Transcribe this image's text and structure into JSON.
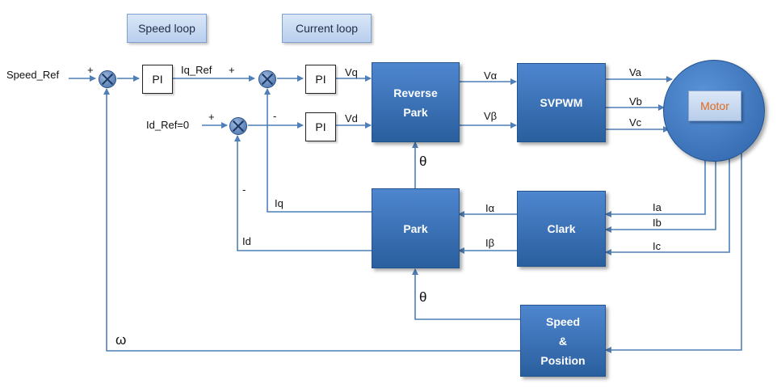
{
  "loops": {
    "speed_loop": "Speed loop",
    "current_loop": "Current loop"
  },
  "inputs": {
    "speed_ref": "Speed_Ref",
    "id_ref": "Id_Ref=0"
  },
  "controllers": {
    "speed_pi": "PI",
    "q_pi": "PI",
    "d_pi": "PI"
  },
  "blocks": {
    "reverse_park": [
      "Reverse",
      "Park"
    ],
    "svpwm": "SVPWM",
    "park": "Park",
    "clark": "Clark",
    "speed_position": [
      "Speed",
      "&",
      "Position"
    ],
    "motor": "Motor"
  },
  "signals": {
    "iq_ref": "Iq_Ref",
    "vq": "Vq",
    "vd": "Vd",
    "v_alpha": "Vα",
    "v_beta": "Vβ",
    "va": "Va",
    "vb": "Vb",
    "vc": "Vc",
    "ia": "Ia",
    "ib": "Ib",
    "ic": "Ic",
    "i_alpha": "Iα",
    "i_beta": "Iβ",
    "iq": "Iq",
    "id": "Id",
    "theta": "θ",
    "omega": "ω"
  },
  "signs": {
    "plus": "+",
    "minus": "-"
  },
  "colors": {
    "block": "#2f6db5",
    "wire": "#4f7fb8",
    "tag": "#c9dbf2",
    "motor_text": "#e36a1d"
  }
}
